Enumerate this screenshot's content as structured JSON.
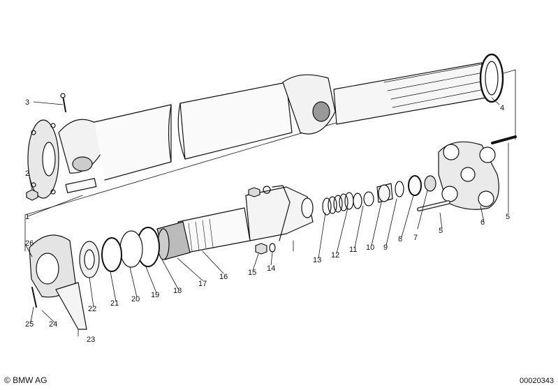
{
  "diagram": {
    "callouts": [
      "1",
      "2",
      "3",
      "4",
      "5",
      "6",
      "7",
      "8",
      "9",
      "10",
      "11",
      "12",
      "13",
      "14",
      "15",
      "16",
      "17",
      "18",
      "19",
      "20",
      "21",
      "22",
      "23",
      "24",
      "25",
      "26",
      "5"
    ]
  },
  "footer": {
    "brand": "© BMW AG",
    "doc_number": "00020343"
  }
}
